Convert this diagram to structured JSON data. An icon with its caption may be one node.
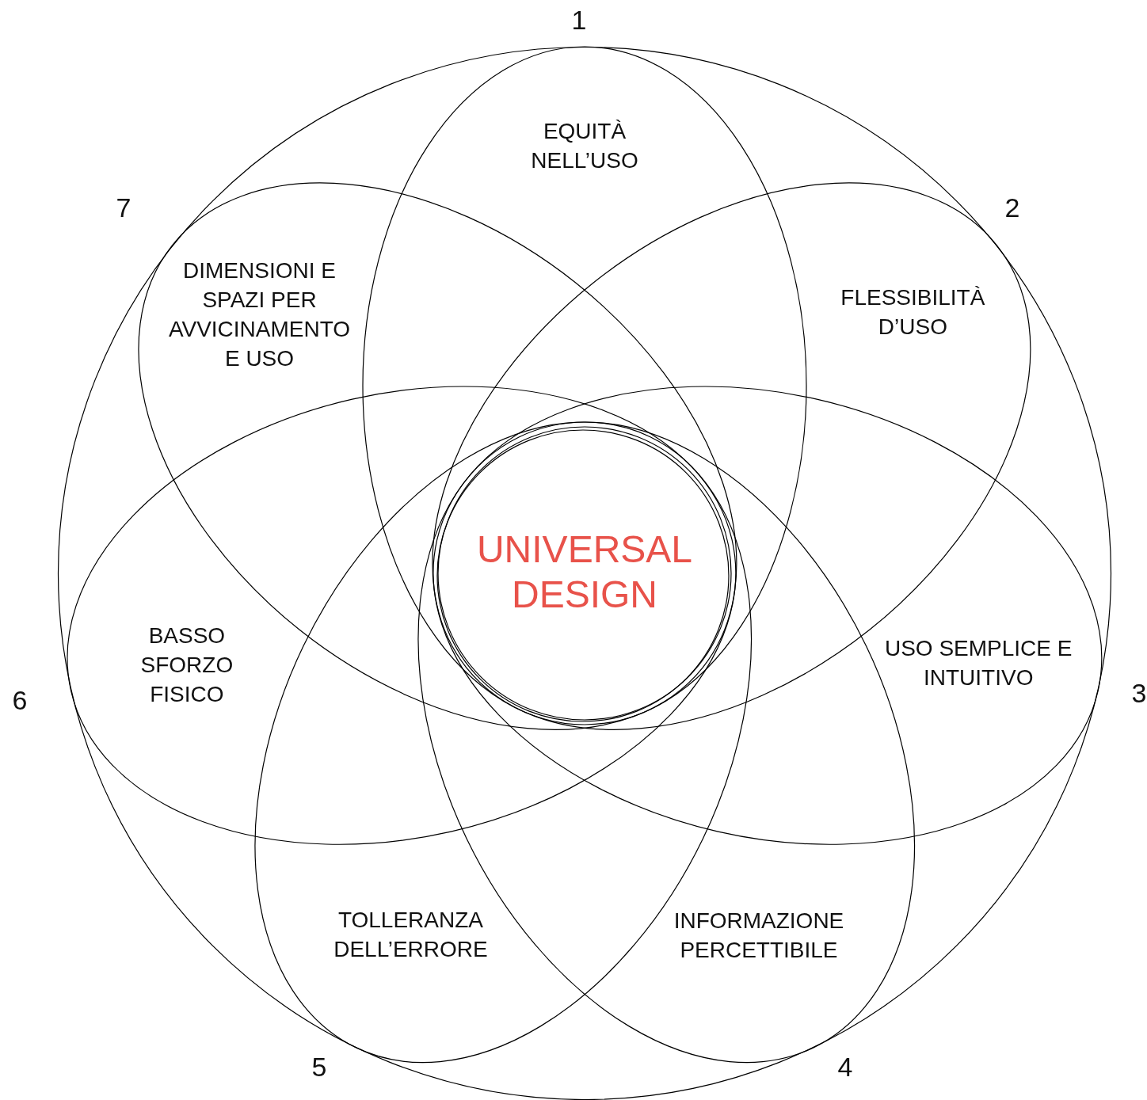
{
  "diagram": {
    "nodes": [
      {
        "text": [],
        "shape": "circle"
      },
      {
        "text": [
          "EQUITÀ NELL’USO"
        ],
        "in": 0
      },
      {
        "text": [
          "FLESSIBILITÀ D’USO"
        ],
        "in": 0
      },
      {
        "text": [
          "USO SEMPLICE E INTUITIVO"
        ],
        "in": 0
      },
      {
        "text": [
          "INFORMAZIONE PERCETTIBILE"
        ],
        "in": 0
      },
      {
        "text": [
          "TOLLERANZA DELL’ERRORE"
        ],
        "in": 0
      },
      {
        "text": [
          "BASSO SFORZO FISICO"
        ],
        "in": 0
      },
      {
        "text": [
          "DIMENSIONI E SPAZI PER AVVICINAMENTO E USO"
        ],
        "in": 0
      },
      {
        "text": [
          "UNIVERSAL DESIGN"
        ]
      }
    ],
    "labels": [
      "1",
      "2",
      "3",
      "4",
      "5",
      "6",
      "7"
    ]
  }
}
